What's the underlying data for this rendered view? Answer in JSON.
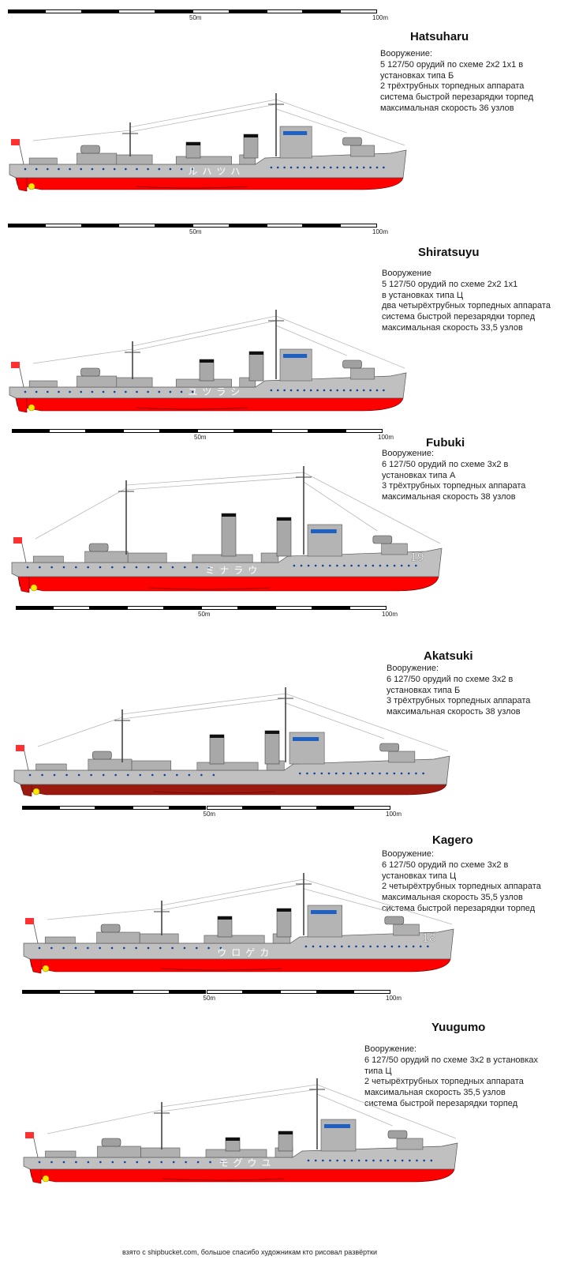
{
  "scale": {
    "label_mid": "50m",
    "label_end": "100m"
  },
  "ships": [
    {
      "name": "Hatsuharu",
      "hull_name": "ルハツハ",
      "hull_number": "",
      "lines": [
        "Вооружение:",
        "5 127/50 орудий по схеме 2x2 1x1 в",
        "установках типа Б",
        "2 трёхтрубных торпедных аппарата",
        "система быстрой перезарядки торпед",
        "максимальная скорость 36 узлов"
      ]
    },
    {
      "name": "Shiratsuyu",
      "hull_name": "ユツラシ",
      "hull_number": "",
      "lines": [
        "Вооружение",
        "5 127/50 орудий по схеме 2x2 1x1",
        "в установках типа Ц",
        "два четырёхтрубных торпедных аппарата",
        "система быстрой перезарядки торпед",
        "максимальная скорость 33,5 узлов"
      ]
    },
    {
      "name": "Fubuki",
      "hull_name": "ミナラウ",
      "hull_number": "19",
      "lines": [
        "Вооружение:",
        "6 127/50 орудий по схеме 3x2 в",
        "установках типа А",
        "3 трёхтрубных торпедных аппарата",
        "максимальная скорость 38 узлов"
      ]
    },
    {
      "name": "Akatsuki",
      "hull_name": "",
      "hull_number": "",
      "lines": [
        "Вооружение:",
        "6 127/50 орудий по схеме 3x2 в",
        "установках типа Б",
        "3 трёхтрубных торпедных аппарата",
        "максимальная скорость 38 узлов"
      ]
    },
    {
      "name": "Kagero",
      "hull_name": "ウロゲカ",
      "hull_number": "18",
      "lines": [
        "Вооружение:",
        "6 127/50 орудий по схеме 3x2 в",
        "установках типа Ц",
        "2 четырёхтрубных торпедных аппарата",
        "максимальная скорость 35,5 узлов",
        "система быстрой перезарядки торпед"
      ]
    },
    {
      "name": "Yuugumo",
      "hull_name": "モグウユ",
      "hull_number": "",
      "lines": [
        "Вооружение:",
        "6 127/50 орудий по схеме 3x2 в установках",
        "типа Ц",
        "2 четырёхтрубных торпедных аппарата",
        "максимальная скорость 35,5 узлов",
        "система быстрой перезарядки торпед"
      ]
    }
  ],
  "colors": {
    "hull_gray": "#c0c0c0",
    "hull_red": "#ff0000",
    "hull_dark_red": "#9a1a10",
    "portholes": "#1040a0"
  },
  "footer": "взято с shipbucket.com, большое спасибо художникам кто рисовал развёртки"
}
